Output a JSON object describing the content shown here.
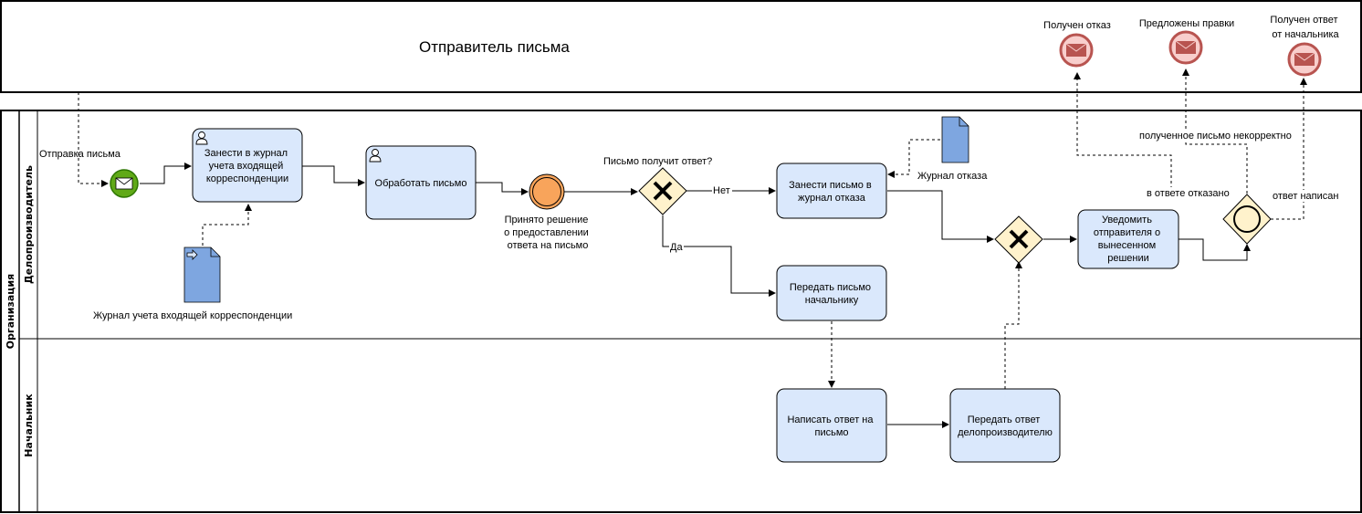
{
  "pools": {
    "sender": {
      "title": "Отправитель письма"
    },
    "org": {
      "title": "Организация"
    }
  },
  "lanes": {
    "clerk": "Делопроизводитель",
    "boss": "Начальник"
  },
  "events": {
    "start_label": "Отправка письма",
    "intermediate_label": [
      "Принято решение",
      "о предоставлении",
      "ответа на письмо"
    ],
    "end_refused": "Получен отказ",
    "end_corrections": "Предложены правки",
    "end_answer": [
      "Получен ответ",
      "от начальника"
    ]
  },
  "tasks": {
    "register": [
      "Занести в журнал",
      "учета входящей",
      "корреспонденции"
    ],
    "process": [
      "Обработать письмо"
    ],
    "log_refusal": [
      "Занести письмо в",
      "журнал отказа"
    ],
    "pass_to_boss": [
      "Передать письмо",
      "начальнику"
    ],
    "notify": [
      "Уведомить",
      "отправителя о",
      "вынесенном",
      "решении"
    ],
    "write_answer": [
      "Написать ответ на",
      "письмо"
    ],
    "pass_answer": [
      "Передать ответ",
      "делопроизводителю"
    ]
  },
  "gateways": {
    "question": "Письмо получит ответ?",
    "no": "Нет",
    "yes": "Да"
  },
  "data_objects": {
    "incoming_journal": "Журнал учета входящей корреспонденции",
    "refusal_journal": "Журнал отказа"
  },
  "flows": {
    "refused": "в ответе отказано",
    "incorrect": "полученное письмо некорректно",
    "answered": "ответ написан"
  },
  "colors": {
    "task_fill": "#dae8fc",
    "start_fill": "#60a917",
    "intermediate_fill": "#f8a45b",
    "gateway_fill": "#fff2cc",
    "end_fill": "#f8cecc",
    "end_stroke": "#b85450",
    "data_fill": "#7ea6e0"
  }
}
